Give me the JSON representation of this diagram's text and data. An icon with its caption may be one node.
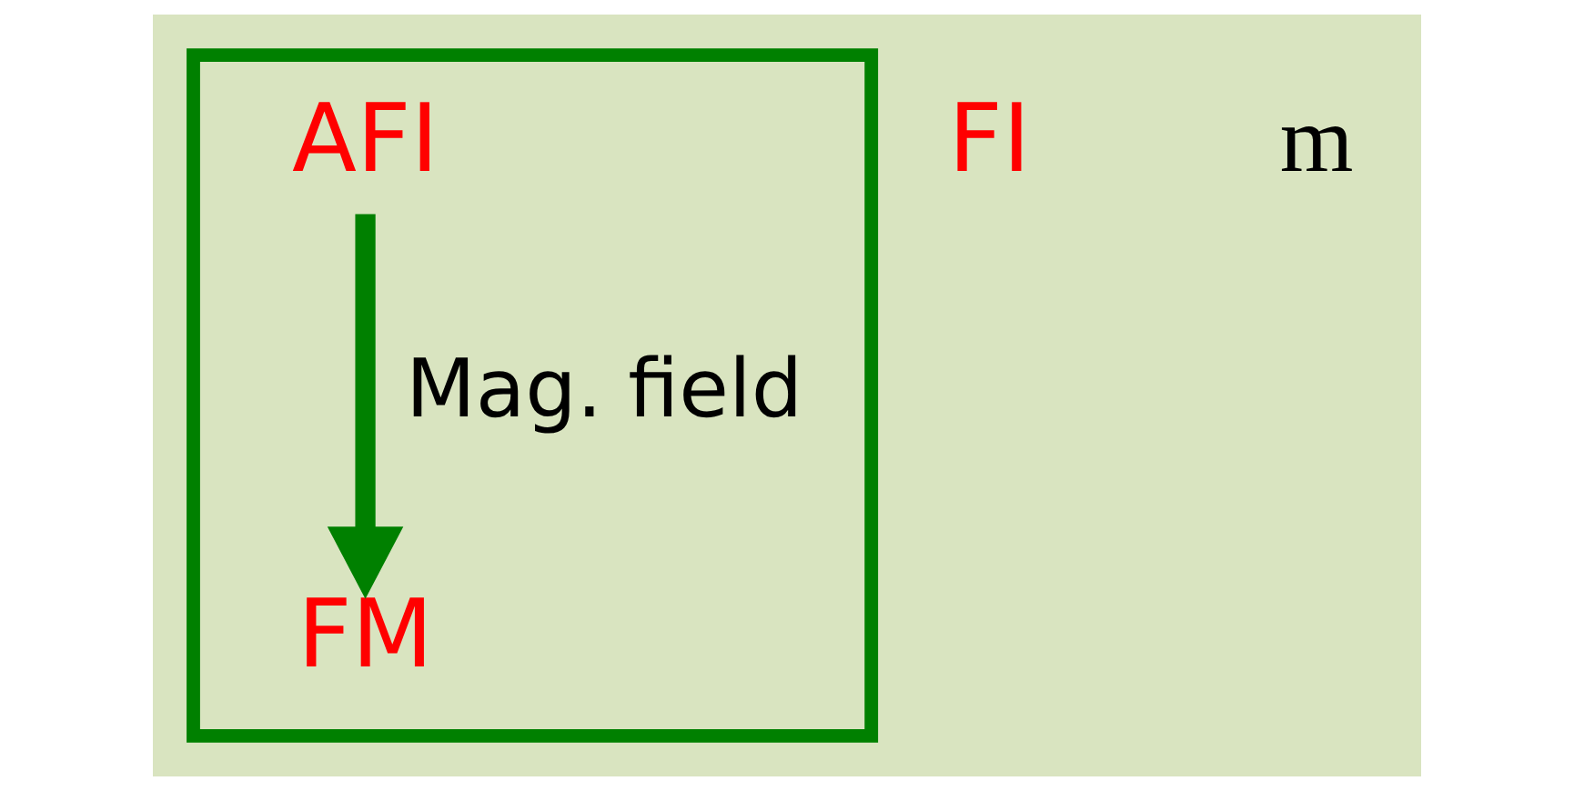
{
  "diagram": {
    "nodes": [
      {
        "text": [],
        "shape": "box"
      },
      {
        "text": [
          "AFI"
        ],
        "in": 0
      },
      {
        "text": [
          "FM"
        ],
        "in": 0
      },
      {
        "text": [
          "FI"
        ]
      }
    ],
    "edges": [
      {
        "from": 1,
        "to": 2,
        "arrow": "to",
        "label": "Mag. field",
        "color": "#008000"
      }
    ],
    "labels": [
      "m"
    ]
  }
}
